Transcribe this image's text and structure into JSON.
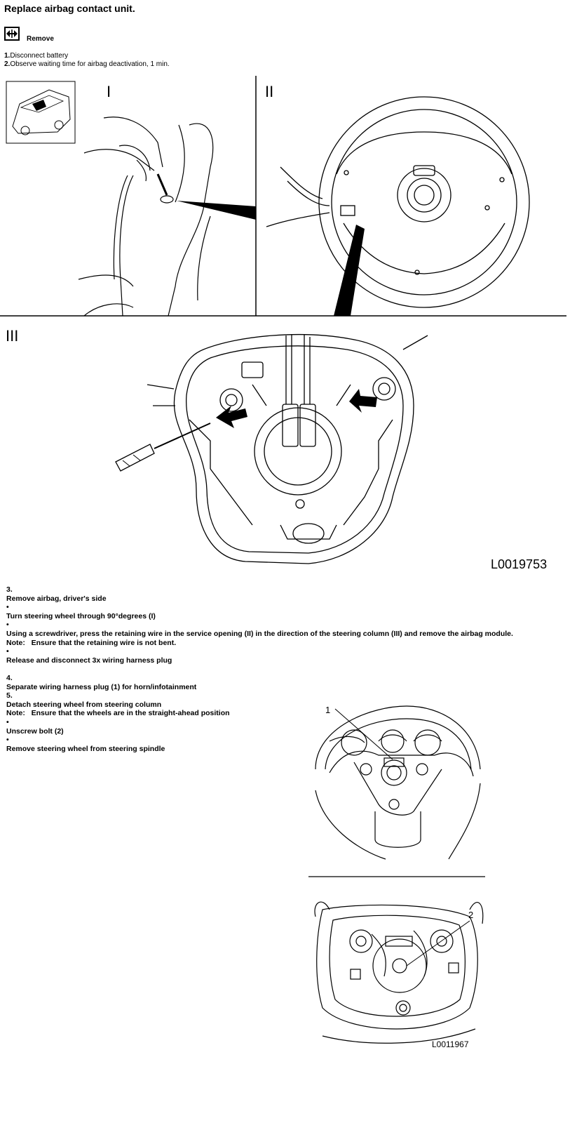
{
  "header": {
    "title": "Replace airbag contact unit."
  },
  "remove": {
    "label": "Remove",
    "icon": "double-arrow-icon"
  },
  "prep_steps": [
    {
      "num": "1.",
      "text": "Disconnect battery"
    },
    {
      "num": "2.",
      "text": "Observe waiting time for airbag deactivation, 1 min."
    }
  ],
  "figure1": {
    "panel_labels": [
      "I",
      "II",
      "III"
    ],
    "code": "L0019753"
  },
  "instructions": [
    "3.",
    "Remove airbag, driver's side",
    "•",
    "Turn steering wheel through 90°degrees (I)",
    "•",
    "Using a screwdriver, press the retaining wire in the service opening (II) in the direction of the steering column (III) and remove the airbag module.",
    "Note:   Ensure that the retaining wire is not bent.",
    "•",
    "Release and disconnect 3x wiring harness plug",
    "",
    "4.",
    "Separate wiring harness plug (1) for horn/infotainment",
    "5.",
    "Detach steering wheel from steering column",
    "Note:   Ensure that the wheels are in the straight-ahead position",
    "•",
    "Unscrew bolt (2)",
    "•",
    "Remove steering wheel from steering spindle"
  ],
  "figure2": {
    "callouts": [
      "1",
      "2"
    ],
    "code": "L0011967"
  }
}
